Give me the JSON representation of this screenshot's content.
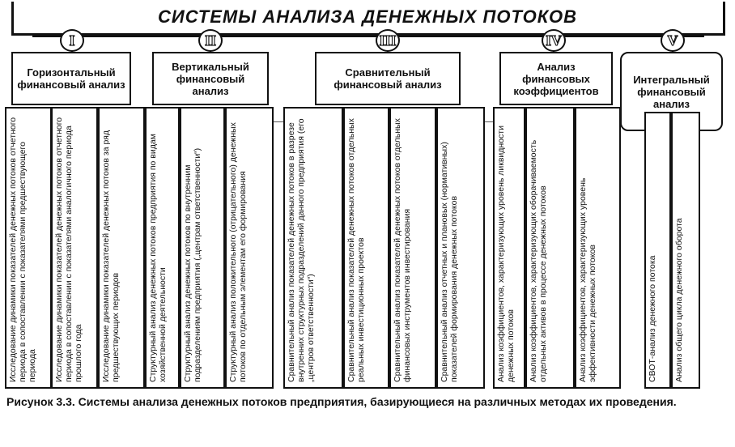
{
  "title": "СИСТЕМЫ АНАЛИЗА ДЕНЕЖНЫХ ПОТОКОВ",
  "caption": "Рисунок 3.3. Системы анализа денежных потоков предприятия, базирующиеся на различных методах их проведения.",
  "groups": [
    {
      "numeral": "I",
      "header": "Горизонтальный финансовый анализ",
      "items": [
        "Исследование динамики показателей денежных потоков отчетного периода в сопоставлении с показателями предшествующего периода",
        "Исследование динамики показателей денежных потоков отчетного периода в сопоставлении с показателями аналогичного периода прошлого года",
        "Исследование динамики показателей денежных потоков за ряд предшествующих периодов"
      ]
    },
    {
      "numeral": "II",
      "header": "Вертикальный финансовый анализ",
      "items": [
        "Структурный анализ денежных потоков предприятия по видам хозяйственной деятельности",
        "Структурный анализ денежных потоков по внутренним подразделениям предприятия („центрам ответственности“)",
        "Структурный анализ положительного (отрицательного) денежных потоков по отдельным элементам его формирования"
      ]
    },
    {
      "numeral": "III",
      "header": "Сравнительный финансовый анализ",
      "items": [
        "Сравнительный анализ показателей денежных потоков в разрезе внутренних структурных подразделений данного предприятия (его „центров ответственности“)",
        "Сравнительный анализ показателей денежных потоков отдельных реальных инвестиционных проектов",
        "Сравнительный анализ показателей денежных потоков отдельных финансовых инструментов инвестирования",
        "Сравнительный анализ отчетных и плановых (нормативных) показателей формирования денежных потоков"
      ]
    },
    {
      "numeral": "IV",
      "header": "Анализ финансовых коэффициентов",
      "items": [
        "Анализ коэффициентов, характеризующих уровень ликвидности денежных потоков",
        "Анализ коэффициентов, характеризующих оборачиваемость отдельных активов в процессе денежных потоков",
        "Анализ коэффициентов, характеризующих уровень эффективности денежных потоков"
      ]
    },
    {
      "numeral": "V",
      "header": "Интегральный финансовый анализ",
      "items": [
        "СВОТ-анализ денежного потока",
        "Анализ общего цикла денежного оборота"
      ]
    }
  ]
}
